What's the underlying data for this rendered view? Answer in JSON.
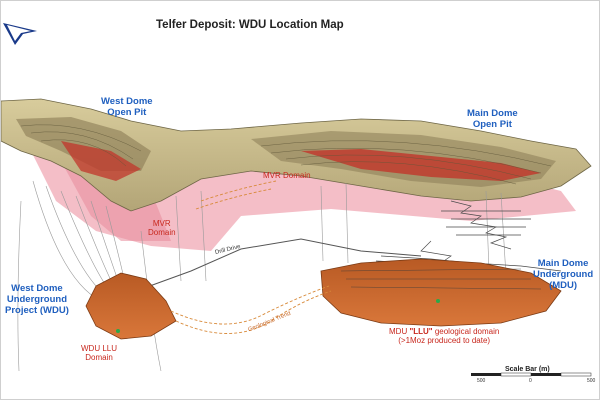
{
  "title": "Telfer Deposit: WDU Location Map",
  "labels": {
    "west_dome_pit": [
      "West Dome",
      "Open Pit"
    ],
    "main_dome_pit": [
      "Main Dome",
      "Open Pit"
    ],
    "mvr_domain_top": "MVR Domain",
    "mvr_domain_left": [
      "MVR",
      "Domain"
    ],
    "drill_drive": "Drill Drive",
    "geological_trend": "Geological Trend",
    "main_dome_ug": [
      "Main Dome",
      "Underground",
      "(MDU)"
    ],
    "west_dome_ug": [
      "West Dome",
      "Underground",
      "Project (WDU)"
    ],
    "wdu_llu": [
      "WDU LLU",
      "Domain"
    ],
    "mdu_llu_a": "MDU ",
    "mdu_llu_b": "\"LLU\"",
    "mdu_llu_c": " geological domain",
    "mdu_llu_d": "(>1Moz produced to date)"
  },
  "scale_bar": {
    "title": "Scale Bar (m)",
    "ticks": [
      "500",
      "0",
      "500"
    ]
  },
  "colors": {
    "label_blue": "#1f5fbf",
    "label_red": "#c8281e",
    "pit_tan": "#c8bb8a",
    "mvr_pink": "#f0a8b4",
    "llu_orange": "#c9632a",
    "north_arrow": "#1a3a8a"
  }
}
